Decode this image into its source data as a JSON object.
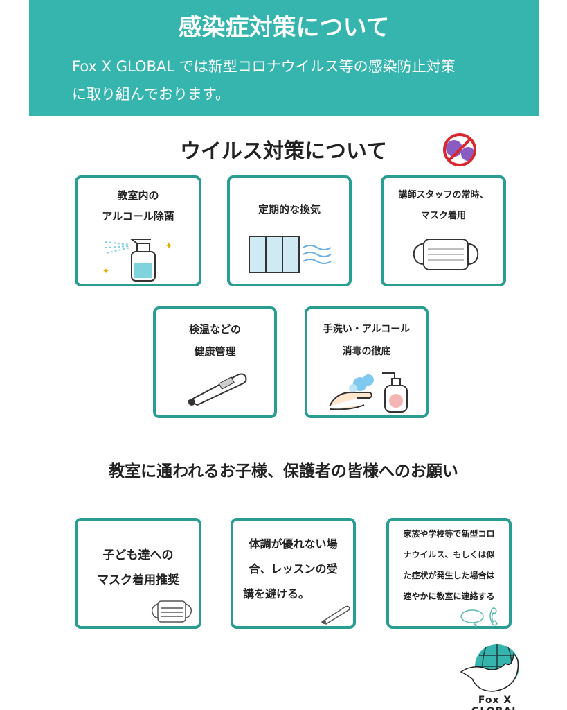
{
  "header": {
    "title": "感染症対策について",
    "line1": "Fox X GLOBAL では新型コロナウイルス等の感染防止対策",
    "line2": "に取り組んでおります。"
  },
  "virus_section": {
    "title": "ウイルス対策について",
    "cards": [
      {
        "lines": [
          "教室内の",
          "アルコール除菌"
        ],
        "icon": "spray-bottle-icon"
      },
      {
        "lines": [
          "定期的な換気"
        ],
        "icon": "window-ventilation-icon"
      },
      {
        "lines": [
          "講師スタッフの常時、",
          "マスク着用"
        ],
        "icon": "mask-icon"
      },
      {
        "lines": [
          "検温などの",
          "健康管理"
        ],
        "icon": "thermometer-icon"
      },
      {
        "lines": [
          "手洗い・アルコール",
          "消毒の徹底"
        ],
        "icon": "hand-wash-icon"
      }
    ]
  },
  "request_section": {
    "title": "教室に通われるお子様、保護者の皆様へのお願い",
    "cards": [
      {
        "lines": [
          "子ども達への",
          "マスク着用推奨"
        ],
        "icon": "mask-icon"
      },
      {
        "lines": [
          "体調が優れない場",
          "合、レッスンの受",
          "講を避ける。"
        ],
        "icon": "thermometer-icon"
      },
      {
        "lines": [
          "家族や学校等で新型コロ",
          "ナウイルス、もしくは似",
          "た症状が発生した場合は",
          "速やかに教室に連絡する"
        ],
        "icon": "phone-chat-icon"
      }
    ]
  },
  "logo": {
    "text": "Fox X GLOBAL"
  },
  "colors": {
    "teal": "#35b5ad",
    "border": "#2a9d92"
  }
}
